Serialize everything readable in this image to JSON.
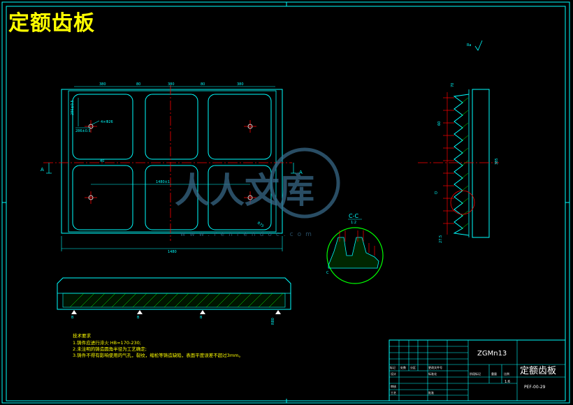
{
  "drawing_title": "定额齿板",
  "colors": {
    "background": "#000000",
    "frame": "#00ffff",
    "center_line": "#ff0000",
    "title_text": "#ffff00",
    "dim": "#00ffff",
    "section": "#00ff00",
    "hatch": "#ff0000",
    "notes": "#ffff00",
    "watermark": "#3b6e8f"
  },
  "front_view": {
    "top_dims": [
      "380",
      "80",
      "380",
      "80",
      "380"
    ],
    "overall_width": "1480",
    "hole_callout": "4×Φ26",
    "left_dim_1": "286±0.5",
    "left_dim_2": "286±0.5",
    "center_dim": "1480±1",
    "corner_radius": "R75",
    "center_mark": "40"
  },
  "section_mark": "A",
  "section_detail": {
    "label": "C-C",
    "scale": "1:2",
    "callout": "C"
  },
  "side_view": {
    "roughness": "Ra",
    "dim_top": "70",
    "dim_bottom": "27.5",
    "dim_pitch": "60",
    "dim_height": "385",
    "detail_mark": "D"
  },
  "bottom_view": {
    "marks": [
      "B",
      "B",
      "B"
    ],
    "height_dim": "R80"
  },
  "technical_notes": {
    "title": "技术要求",
    "items": [
      "1.铸件应进行淬火 HB=170-230;",
      "2.未注明的铸造圆角半径为工艺确定;",
      "3.铸件不得有影响使用的气孔，裂纹，缩松等铸造缺陷，表面平度误差不超过3mm。"
    ]
  },
  "title_block": {
    "material": "ZGMn13",
    "part_name": "定额齿板",
    "drawing_no": "PEF-00-29",
    "scale": "1:6",
    "labels": {
      "mark": "标记",
      "count": "处数",
      "zone": "分区",
      "change_doc": "更改文件号",
      "stage_mark": "阶段标记",
      "weight": "重量",
      "scale": "比例",
      "design": "设计",
      "standard": "标准化",
      "review": "审核",
      "process": "工艺",
      "approve": "批准"
    }
  },
  "watermark": {
    "text": "人人文库",
    "subtext": "www.renrendoc.com"
  }
}
